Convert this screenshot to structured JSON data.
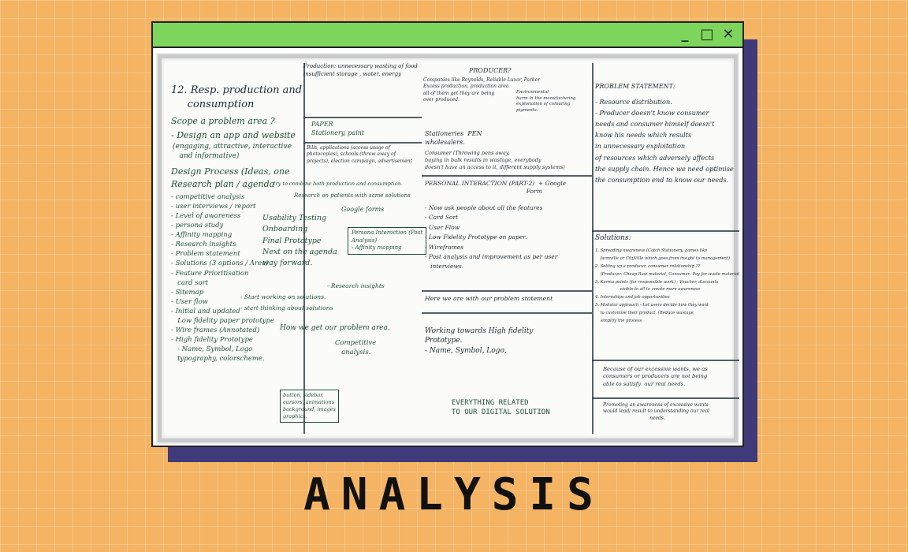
{
  "window": {
    "controls": {
      "minimize": "_",
      "maximize": "□",
      "close": "✕"
    }
  },
  "board": {
    "col1": {
      "heading": "12. Resp. production and\n     consumption",
      "scope": "Scope a problem area ?",
      "design_app": "- Design an app and website",
      "design_app_desc": "(engaging, attractive, interactive\n   and informative)",
      "design_process": "Design Process (Ideas, one",
      "research_plan": "Research plan / agenda",
      "research_plan_note": "try to combine both production and consumption.",
      "process_steps": "- competitive analysis\n- user interviews / report\n- Level of awareness\n- persona study\n- Affinity mapping\n- Research insights\n- Problem statement\n- Solutions (3 options / Area)\n- Feature Prioritisation\n   card sort\n- Sitemap\n- User flow\n- Initial and updated\n   Low fidelity paper prototype\n- Wire frames (Annotated)\n- High fidelity Prototype\n   - Name, Symbol, Logo\n   typography, colorscheme.",
      "research_patients": "Research on patients with same solutions",
      "google_forms": "Google forms",
      "usability_block": "Usability Testing\nOnboarding\nFinal Prototype\nNext on the agenda\nway forward.",
      "persona_box": "Persona Interaction (Post\nAnalysis)\n- Affinity mapping",
      "research_insights": "- Research insights",
      "start_solutions": "- Start working on solutions.\n- start thinking about solutions",
      "how_we_get": "How we get our problem area.",
      "competitive": "Competitive\n   analysis.",
      "button_box": "button, sidebar,\ncursors, animations\nbackground, images\ngraphics."
    },
    "col2": {
      "top_note": "Production: unnecessary wasting of food\ninsufficient storage , water, energy",
      "paper": "PAPER\nStationery, paint",
      "bills": "Bills, applications (access usage of\nphotocopies), schools (throw away of\nprojects), election campaign, advertisement",
      "producer_q": "PRODUCER?",
      "companies": "Companies like Reynolds, Reliable Luxor, Parker\nExcess production, production area\nall of them get they are being\nover produced.",
      "env_harm": "Environmental\nharm in the manufacturing\nexploitation of colouring\npigments.",
      "stationery": "Stationeries  PEN\nwholesalers.",
      "consumer": "Consumer (Throwing pens away,\nbuying in bulk results in wastage, everybody\ndoesn't have an access to it, different supply systems)",
      "personal_interaction": "PERSONAL INTERACTION (PART-2)  + Google\n                                                      Form",
      "personal_steps": "- Now ask people about all the features\n- Card Sort\n- User Flow\n- Low Fidelity Prototype on paper.\n- Wireframes\n- Post analysis and improvement as per user\n   interviews.",
      "problem_statement_here": "Here we are with our problem statement",
      "high_fidelity": "Working towards High fidelity\nPrototype.\n- Name, Symbol, Logo,",
      "everything": "EVERYTHING RELATED\nTO OUR DIGITAL SOLUTION"
    },
    "col3": {
      "problem_heading": "PROBLEM STATEMENT:",
      "problem_body": "- Resource distribution.\n- Producer doesn't know consumer\nneeds and consumer himself doesn't\nknow his needs which results\nin unnecessary exploitation\nof resources which adversely affects\nthe supply chain. Hence we need optimise\nthe consumption end to know our needs.",
      "solutions_heading": "Solutions:",
      "solutions_list": "1. Spreading awareness (Catch Stationery, games like\n    farmville or CityVille which goes from insight to management)\n2. Setting up a producer, consumer relationship ??\n    (Producer: Cheap Raw material, Consumer: Pay for waste material)\n3. Karma points (for responsible work) - Voucher, discounts\n                   visible to all to create more awareness\n4. Internships and job opportunities\n5. Modular approach - Let users decide how they want\n    to customise their product. (Reduce wastage,\n    simplify the process",
      "because": "Because of our excessive wants, we as\nconsumers or producers are not being\nable to satisfy  our real needs.",
      "promoting": "Promoting an awareness of excessive wants\nwould lead/ result to understanding our real\n                               needs."
    }
  },
  "footer": {
    "title": "ANALYSIS"
  }
}
